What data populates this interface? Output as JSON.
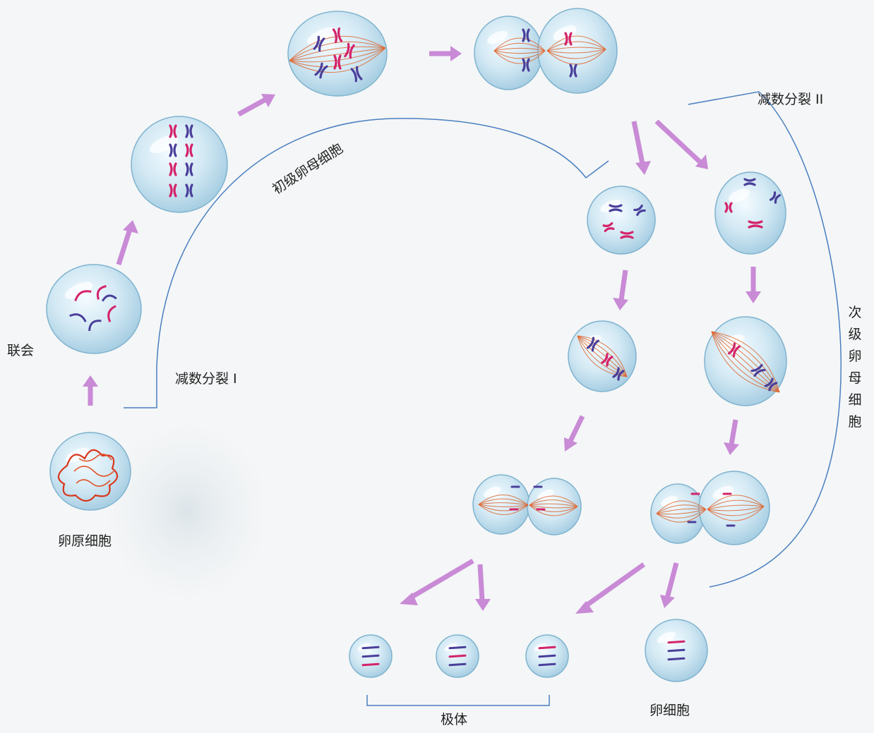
{
  "labels": {
    "oogonium": "卵原细胞",
    "synapsis": "联会",
    "meiosis1": "减数分裂 I",
    "primary_oocyte": "初级卵母细胞",
    "meiosis2": "减数分裂 II",
    "secondary_oocyte": "次级卵母细胞",
    "polar_body": "极体",
    "egg_cell": "卵细胞"
  },
  "colors": {
    "cell_fill": "#bcdcec",
    "cell_edge": "#7fb3cf",
    "chrom_red": "#d4246a",
    "chrom_blue": "#4a3f9a",
    "spindle": "#e0642c",
    "arrow": "#c98ad6",
    "bracket": "#4a7fc0"
  }
}
